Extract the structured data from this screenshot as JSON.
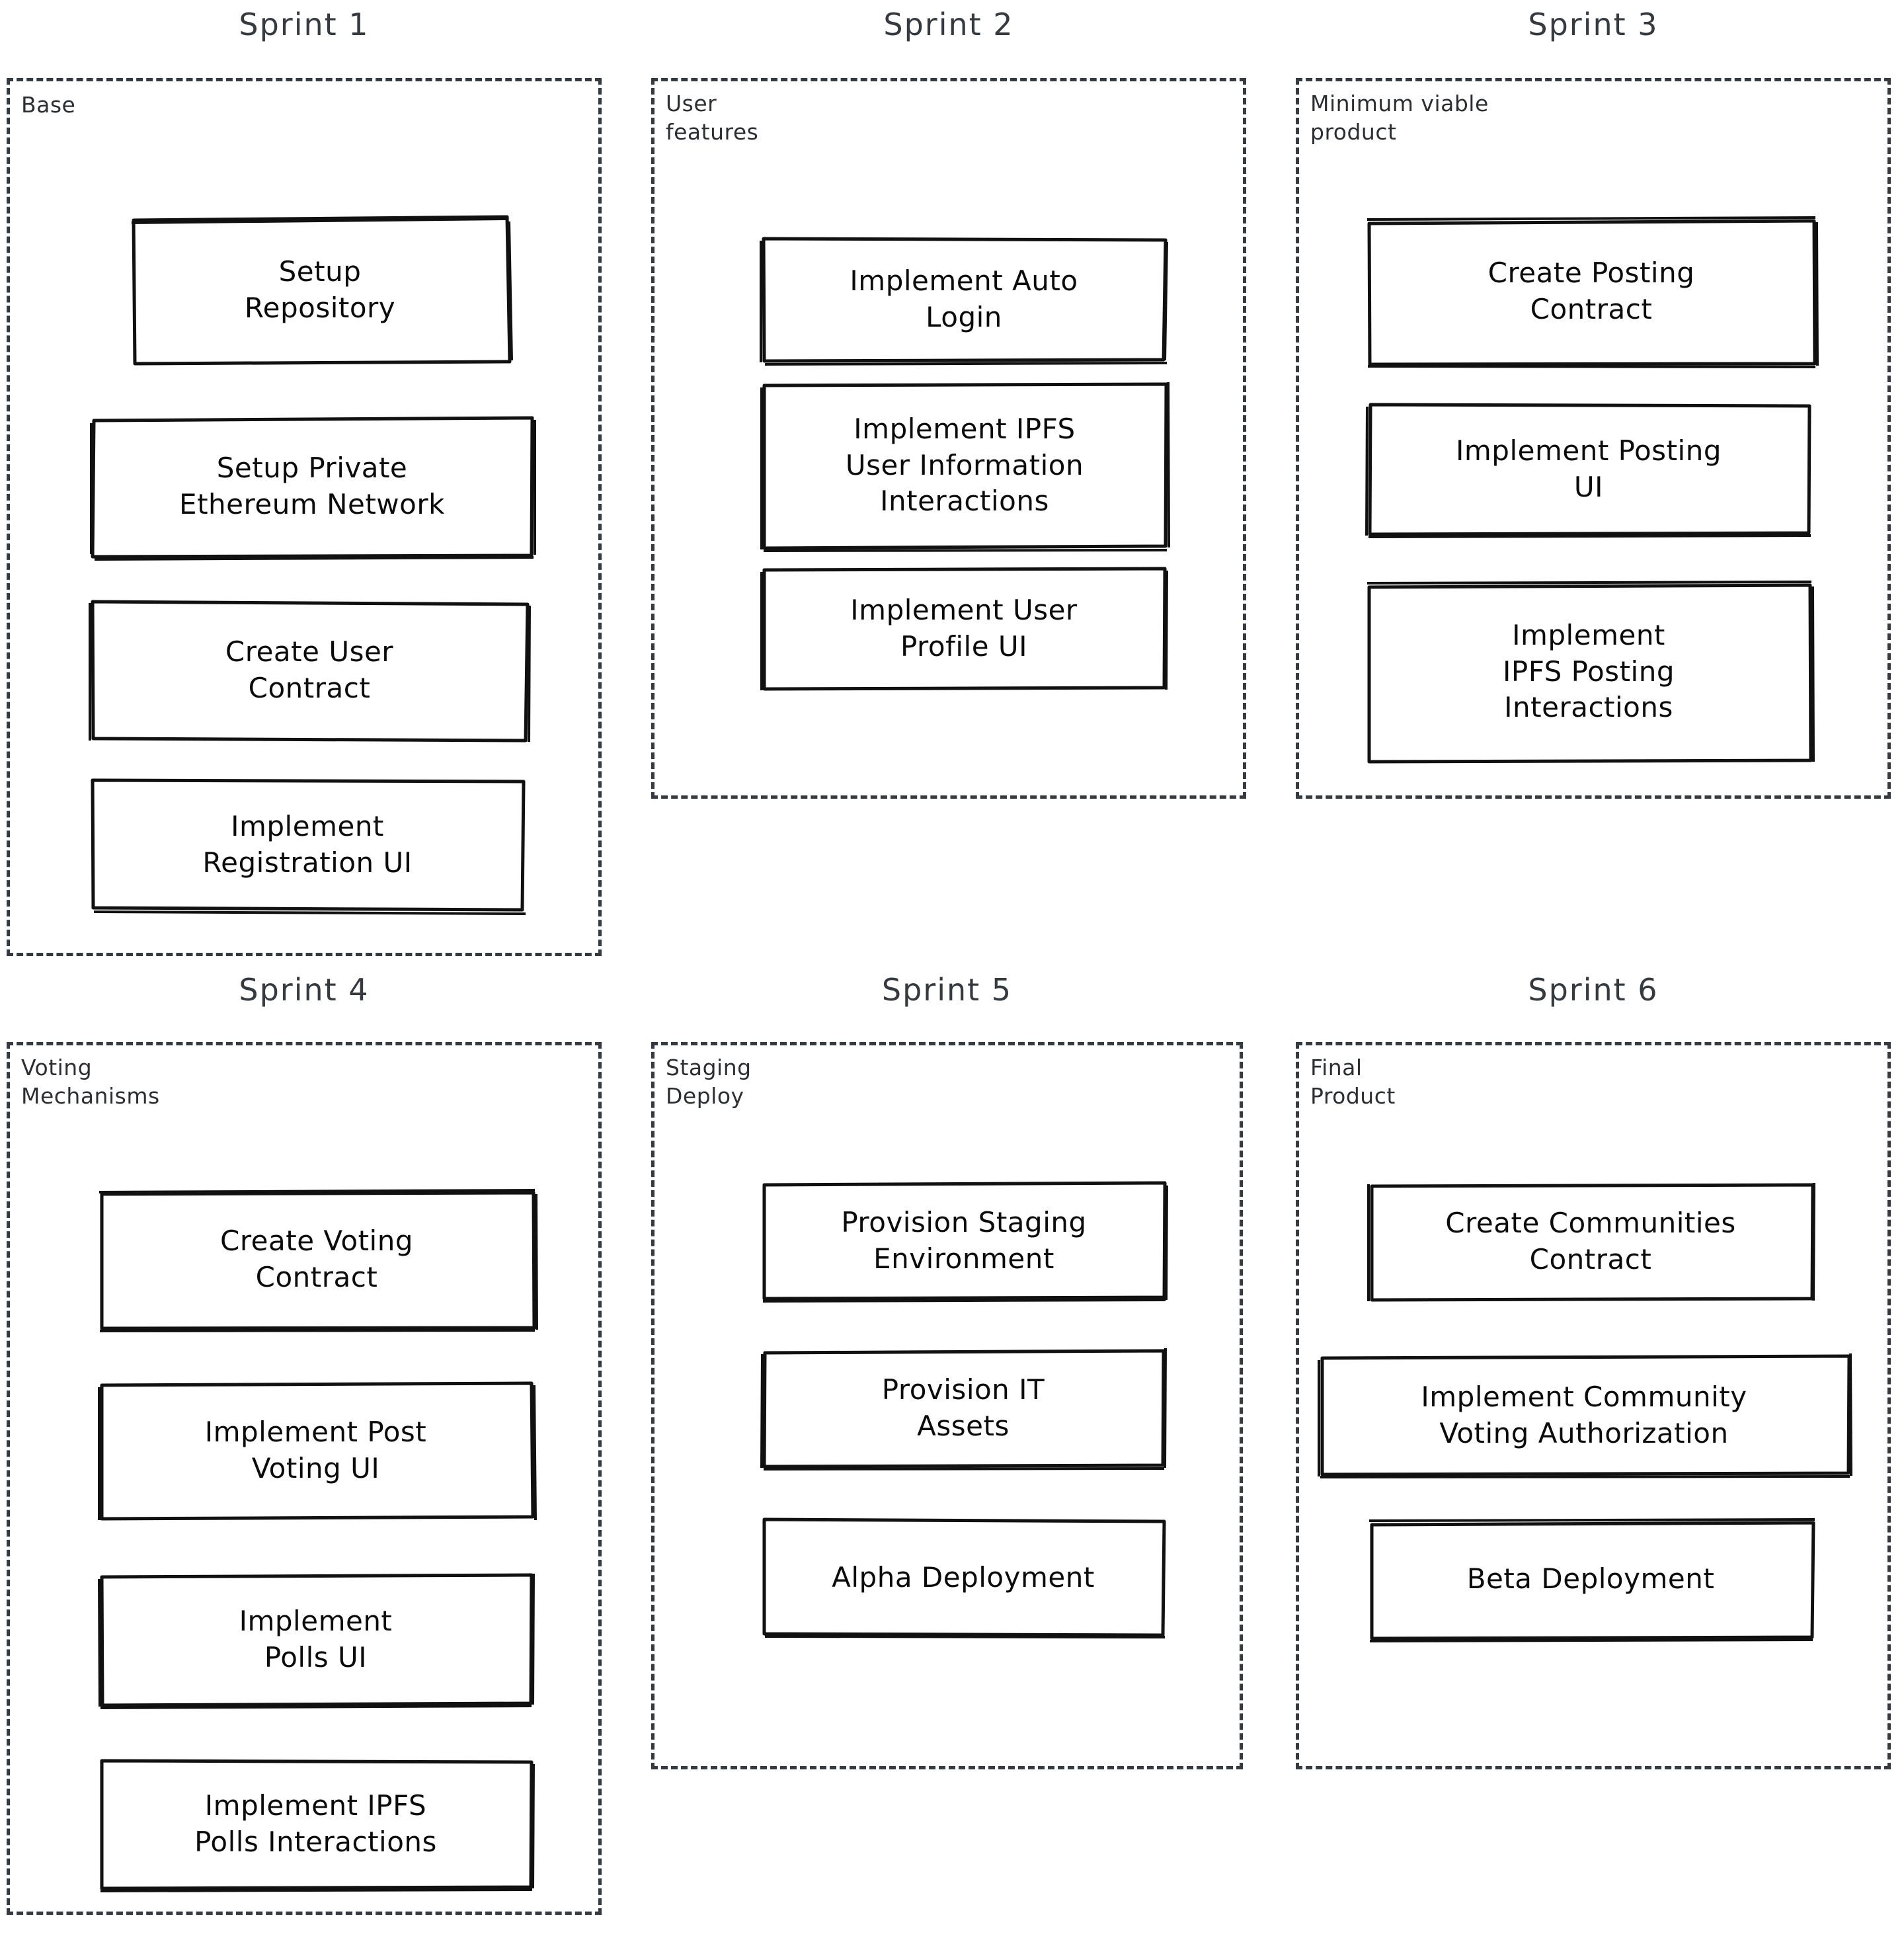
{
  "colors": {
    "frame_stroke": "#343a40",
    "card_stroke": "#111111",
    "card_fill": "#ffffff",
    "title_text": "#343a40",
    "card_text": "#0b0b0b",
    "background": "#ffffff"
  },
  "sprints": [
    {
      "title": "Sprint 1",
      "group_label": "Base",
      "cards": [
        {
          "text": "Setup\nRepository"
        },
        {
          "text": "Setup Private\nEthereum Network"
        },
        {
          "text": "Create User\nContract"
        },
        {
          "text": "Implement\nRegistration UI"
        }
      ]
    },
    {
      "title": "Sprint 2",
      "group_label": "User\nfeatures",
      "cards": [
        {
          "text": "Implement Auto\nLogin"
        },
        {
          "text": "Implement IPFS\nUser Information\nInteractions"
        },
        {
          "text": "Implement User\nProfile UI"
        }
      ]
    },
    {
      "title": "Sprint 3",
      "group_label": "Minimum viable\nproduct",
      "cards": [
        {
          "text": "Create Posting\nContract"
        },
        {
          "text": "Implement Posting\nUI"
        },
        {
          "text": "Implement\nIPFS Posting\nInteractions"
        }
      ]
    },
    {
      "title": "Sprint 4",
      "group_label": "Voting\nMechanisms",
      "cards": [
        {
          "text": "Create Voting\nContract"
        },
        {
          "text": "Implement Post\nVoting UI"
        },
        {
          "text": "Implement\nPolls UI"
        },
        {
          "text": "Implement IPFS\nPolls Interactions"
        }
      ]
    },
    {
      "title": "Sprint 5",
      "group_label": "Staging\nDeploy",
      "cards": [
        {
          "text": "Provision Staging\nEnvironment"
        },
        {
          "text": "Provision IT\nAssets"
        },
        {
          "text": "Alpha Deployment"
        }
      ]
    },
    {
      "title": "Sprint 6",
      "group_label": "Final\nProduct",
      "cards": [
        {
          "text": "Create Communities\nContract"
        },
        {
          "text": "Implement Community\nVoting Authorization"
        },
        {
          "text": "Beta Deployment"
        }
      ]
    }
  ]
}
